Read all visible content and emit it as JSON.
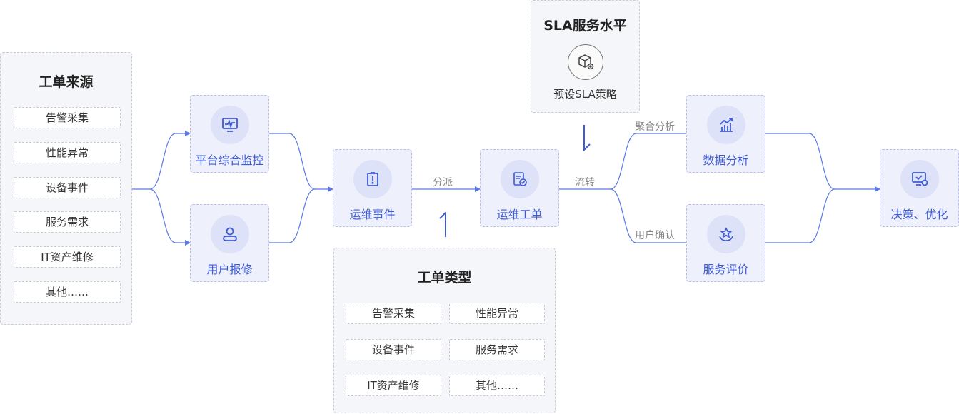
{
  "source_panel": {
    "title": "工单来源",
    "items": [
      "告警采集",
      "性能异常",
      "设备事件",
      "服务需求",
      "IT资产维修",
      "其他……"
    ]
  },
  "nodes": {
    "platform_monitor": {
      "label": "平台综合监控",
      "icon": "monitor-icon"
    },
    "user_report": {
      "label": "用户报修",
      "icon": "user-icon"
    },
    "ops_event": {
      "label": "运维事件",
      "icon": "clipboard-alert-icon"
    },
    "ops_ticket": {
      "label": "运维工单",
      "icon": "ticket-icon"
    },
    "data_analysis": {
      "label": "数据分析",
      "icon": "chart-icon"
    },
    "service_rating": {
      "label": "服务评价",
      "icon": "rating-icon"
    },
    "decision": {
      "label": "决策、优化",
      "icon": "screen-check-icon"
    }
  },
  "edges": {
    "dispatch": "分派",
    "transfer": "流转",
    "aggregate": "聚合分析",
    "user_confirm": "用户确认"
  },
  "sla_panel": {
    "title": "SLA服务水平",
    "caption": "预设SLA策略",
    "icon": "cube-gear-icon"
  },
  "type_panel": {
    "title": "工单类型",
    "items": [
      "告警采集",
      "性能异常",
      "设备事件",
      "服务需求",
      "IT资产维修",
      "其他……"
    ]
  },
  "colors": {
    "accent": "#3e5bd6",
    "line": "#5a78e6",
    "node_bg": "#eef0fb",
    "panel_bg": "#f5f6f9"
  }
}
